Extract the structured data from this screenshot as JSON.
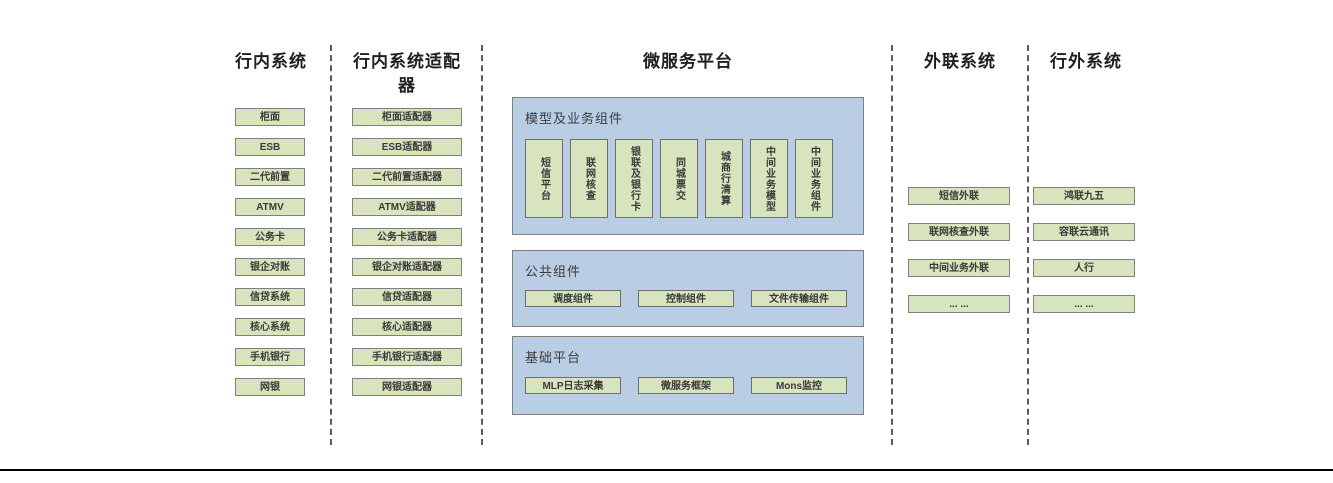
{
  "d": {
    "columns": [
      {
        "title": "行内系统",
        "items": [
          "柜面",
          "ESB",
          "二代前置",
          "ATMV",
          "公务卡",
          "银企对账",
          "信贷系统",
          "核心系统",
          "手机银行",
          "网银"
        ]
      },
      {
        "title": "行内系统适配器",
        "items": [
          "柜面适配器",
          "ESB适配器",
          "二代前置适配器",
          "ATMV适配器",
          "公务卡适配器",
          "银企对账适配器",
          "信贷适配器",
          "核心适配器",
          "手机银行适配器",
          "网银适配器"
        ]
      },
      {
        "title": "微服务平台",
        "panels": [
          {
            "label": "模型及业务组件",
            "items": [
              "短信平台",
              "联网核查",
              "银联及银行卡",
              "同城票交",
              "城商行清算",
              "中间业务模型",
              "中间业务组件"
            ]
          },
          {
            "label": "公共组件",
            "items": [
              "调度组件",
              "控制组件",
              "文件传输组件"
            ]
          },
          {
            "label": "基础平台",
            "items": [
              "MLP日志采集",
              "微服务框架",
              "Mons监控"
            ]
          }
        ]
      },
      {
        "title": "外联系统",
        "items": [
          "短信外联",
          "联网核查外联",
          "中间业务外联",
          "... ..."
        ]
      },
      {
        "title": "行外系统",
        "items": [
          "鸿联九五",
          "容联云通讯",
          "人行",
          "... ..."
        ]
      }
    ],
    "colors": {
      "box_fill": "#d7e4bd",
      "box_border": "#7f7f7f",
      "panel_fill": "#b9cde5",
      "panel_border": "#7f7f7f",
      "divider": "#5b5b5b",
      "bottom_line": "#000000"
    }
  }
}
